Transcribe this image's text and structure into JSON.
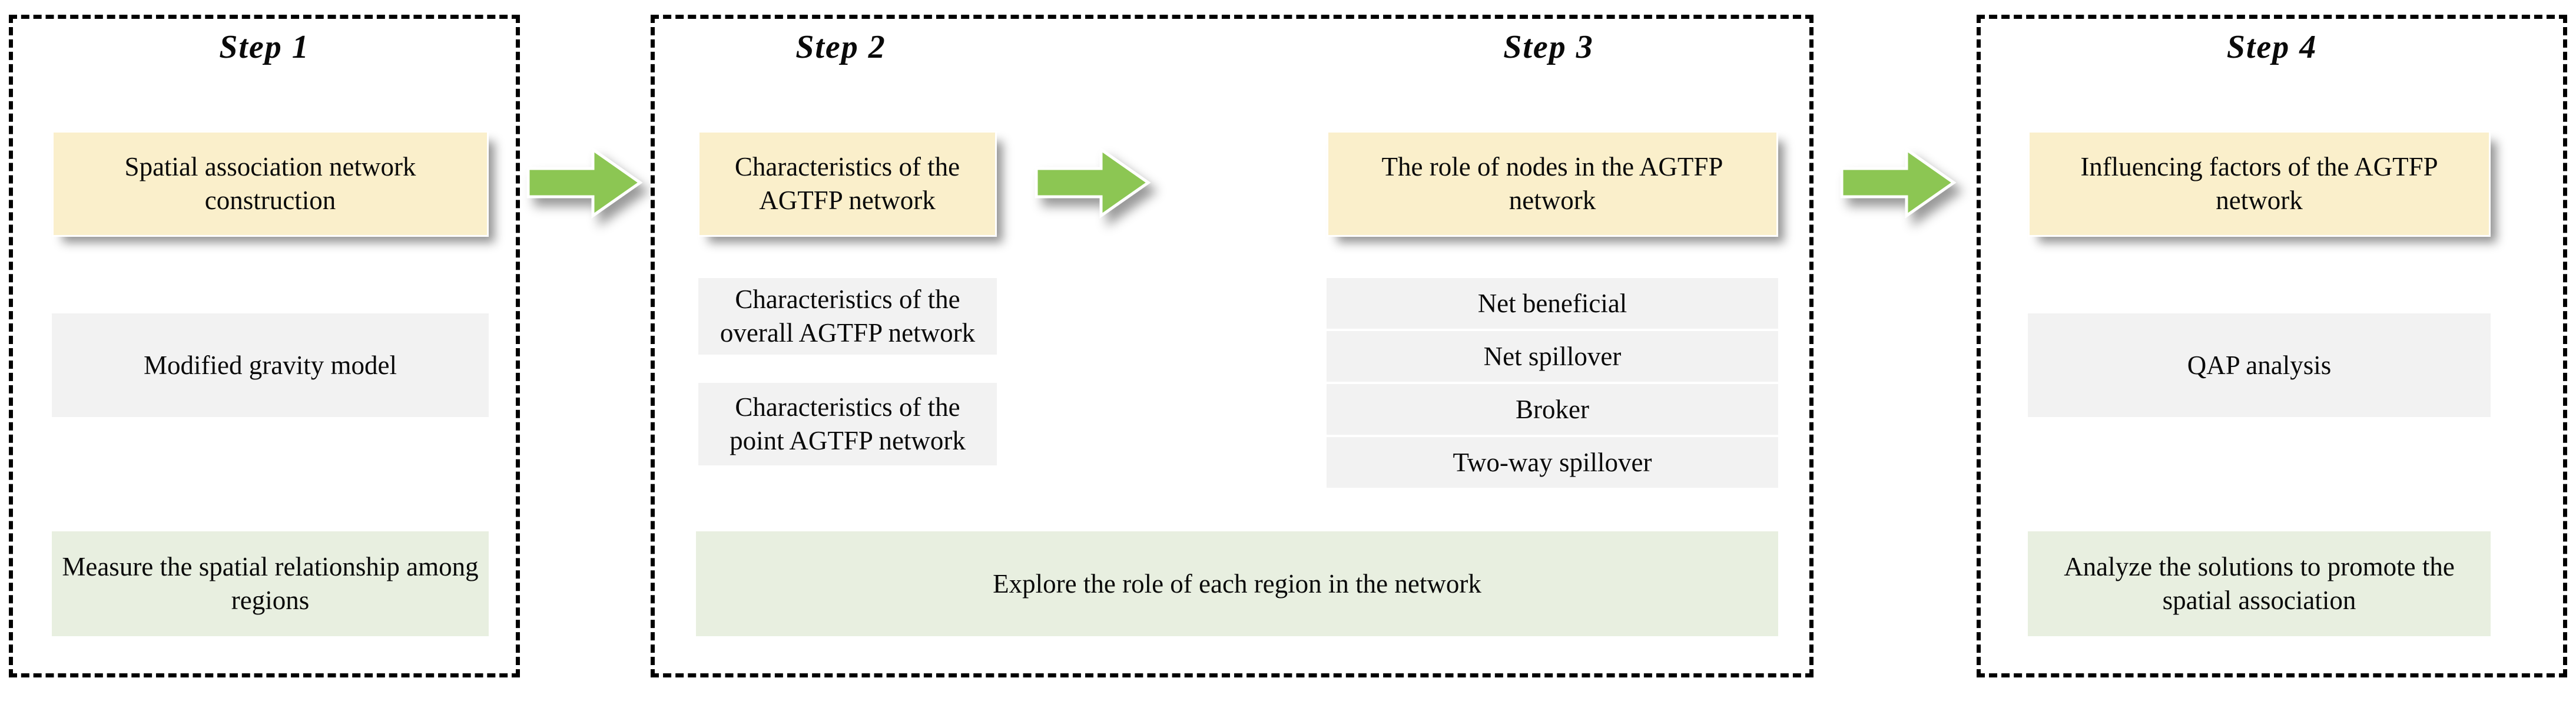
{
  "steps": [
    {
      "title": "Step 1",
      "header": "Spatial association network construction",
      "subs": [
        "Modified gravity model"
      ],
      "outcome": "Measure the spatial relationship among regions"
    },
    {
      "title": "Step 2",
      "header": "Characteristics of the AGTFP network",
      "subs": [
        "Characteristics of the overall AGTFP network",
        "Characteristics of the point AGTFP network"
      ]
    },
    {
      "title": "Step 3",
      "header": "The role of nodes in the AGTFP network",
      "subs": [
        "Net beneficial",
        "Net spillover",
        "Broker",
        "Two-way spillover"
      ]
    },
    {
      "title": "Step 4",
      "header": "Influencing factors of the AGTFP network",
      "subs": [
        "QAP analysis"
      ],
      "outcome": "Analyze the solutions to promote the spatial association"
    }
  ],
  "shared_outcome": "Explore the role of each region in the network",
  "arrows": [
    {
      "name": "arrow-step1-to-step2"
    },
    {
      "name": "arrow-step2-to-step3"
    },
    {
      "name": "arrow-step3-to-step4"
    }
  ],
  "colors": {
    "header_box": "#FAEFCB",
    "sub_box": "#F2F2F2",
    "outcome_box": "#E8EFE0",
    "arrow": "#8CC653",
    "panel_border": "#000000",
    "text": "#0A0A0A"
  }
}
